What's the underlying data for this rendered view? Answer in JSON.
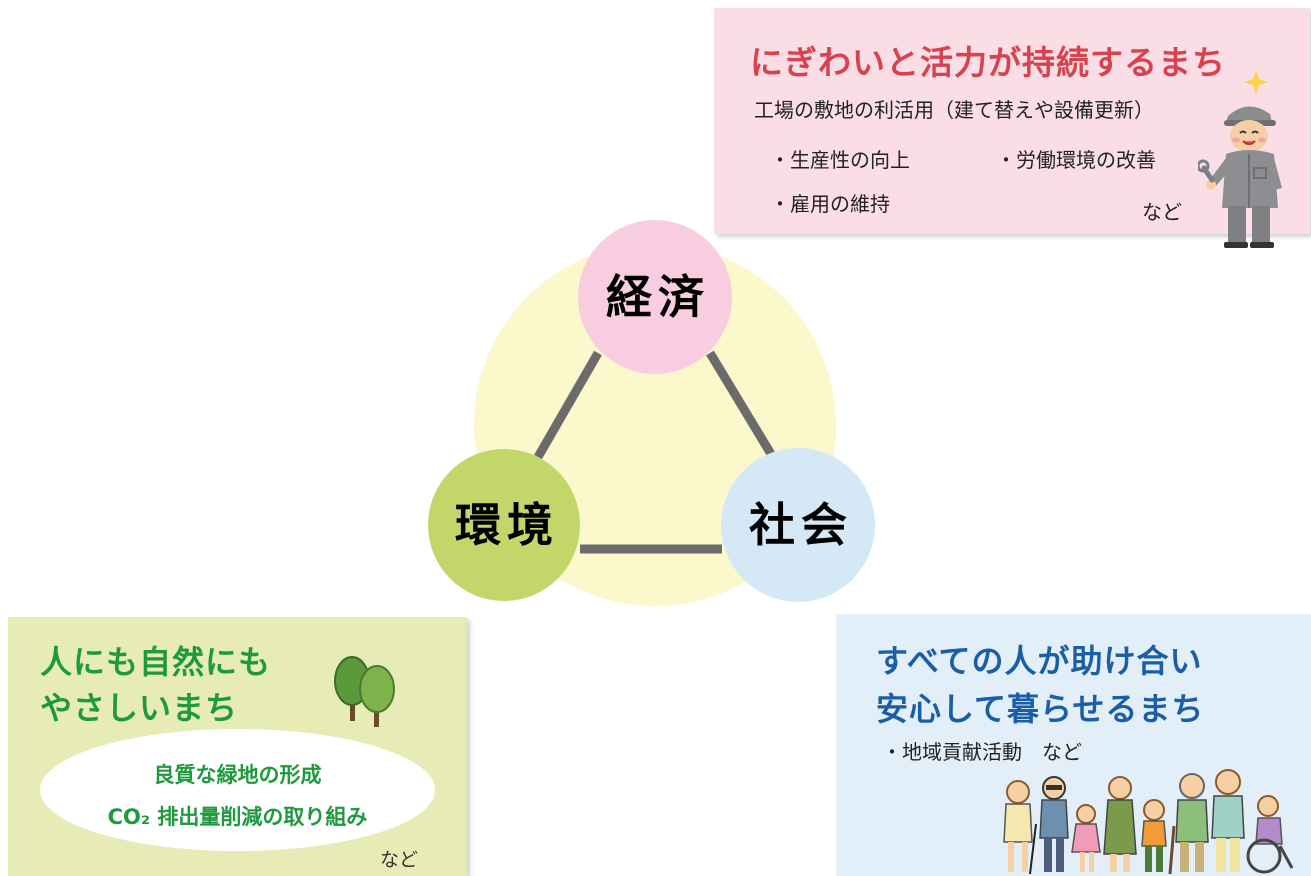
{
  "diagram": {
    "nodes": {
      "economy": {
        "label": "経済",
        "color": "#f9cde0"
      },
      "environment": {
        "label": "環境",
        "color": "#c3d66a"
      },
      "society": {
        "label": "社会",
        "color": "#d4e8f5"
      }
    },
    "background_color": "#fbf8cc",
    "connector_color": "#6b6b6b"
  },
  "economy_card": {
    "title": "にぎわいと活力が持続するまち",
    "subtitle": "工場の敷地の利活用（建て替えや設備更新）",
    "items": [
      "・生産性の向上",
      "・労働環境の改善",
      "・雇用の維持"
    ],
    "etc": "など",
    "illustration": "factory-worker-icon",
    "accent": "#d8424f",
    "background": "#fbdde5"
  },
  "environment_card": {
    "title_lines": [
      "人にも自然にも",
      "やさしいまち"
    ],
    "items": [
      "良質な緑地の形成",
      "CO₂ 排出量削減の取り組み"
    ],
    "etc": "など",
    "illustration": "trees-icon",
    "accent": "#1e9a3c",
    "background": "#e7ecb7"
  },
  "society_card": {
    "title_lines": [
      "すべての人が助け合い",
      "安心して暮らせるまち"
    ],
    "items": [
      "・地域貢献活動　など"
    ],
    "illustration": "community-people-icon",
    "accent": "#1b5ea8",
    "background": "#e3eff8"
  }
}
